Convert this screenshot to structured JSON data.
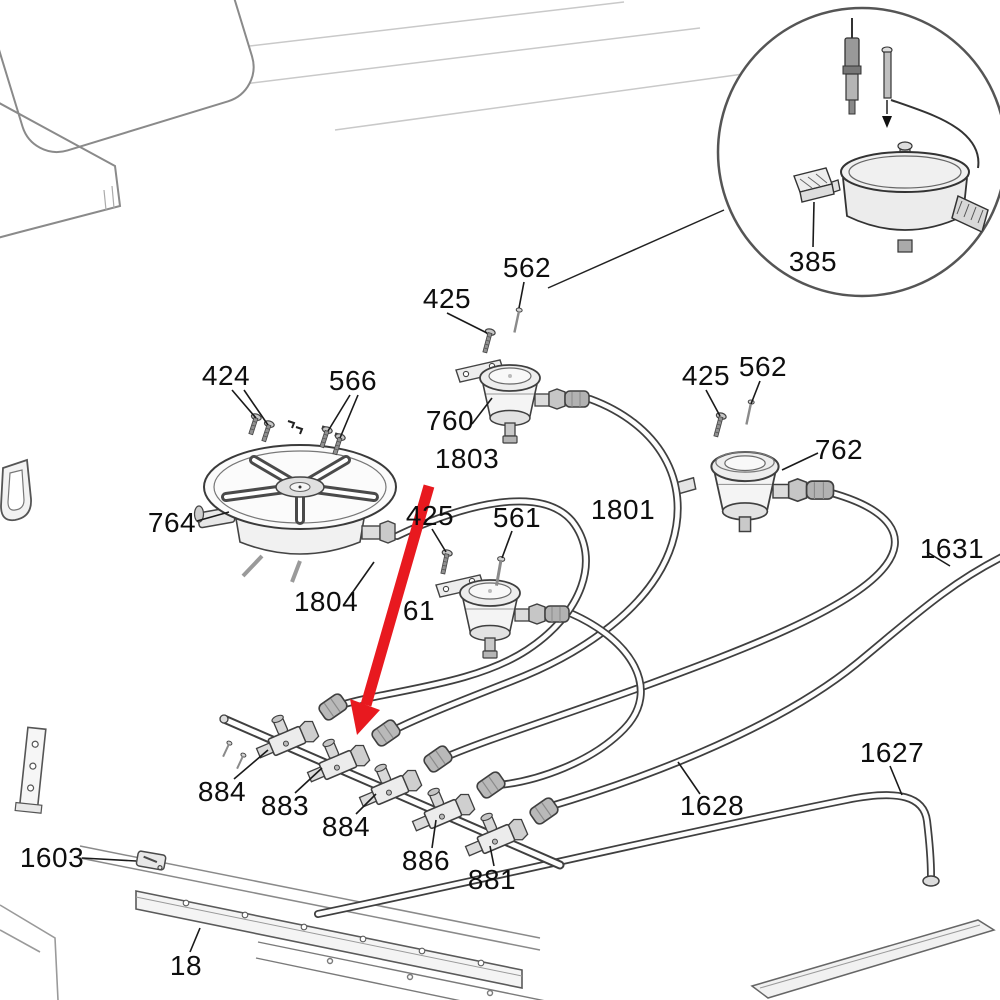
{
  "labels": [
    {
      "text": "562"
    },
    {
      "text": "425"
    },
    {
      "text": "424"
    },
    {
      "text": "566"
    },
    {
      "text": "760"
    },
    {
      "text": "425"
    },
    {
      "text": "562"
    },
    {
      "text": "1803"
    },
    {
      "text": "762"
    },
    {
      "text": "764"
    },
    {
      "text": "425"
    },
    {
      "text": "561"
    },
    {
      "text": "1801"
    },
    {
      "text": "1631"
    },
    {
      "text": "1804"
    },
    {
      "text": "61"
    },
    {
      "text": "1627"
    },
    {
      "text": "884"
    },
    {
      "text": "883"
    },
    {
      "text": "884"
    },
    {
      "text": "1628"
    },
    {
      "text": "886"
    },
    {
      "text": "881"
    },
    {
      "text": "1603"
    },
    {
      "text": "18"
    },
    {
      "text": "385"
    }
  ],
  "colors": {
    "arrow": "#e8191f",
    "line": "#3f3f3f"
  }
}
